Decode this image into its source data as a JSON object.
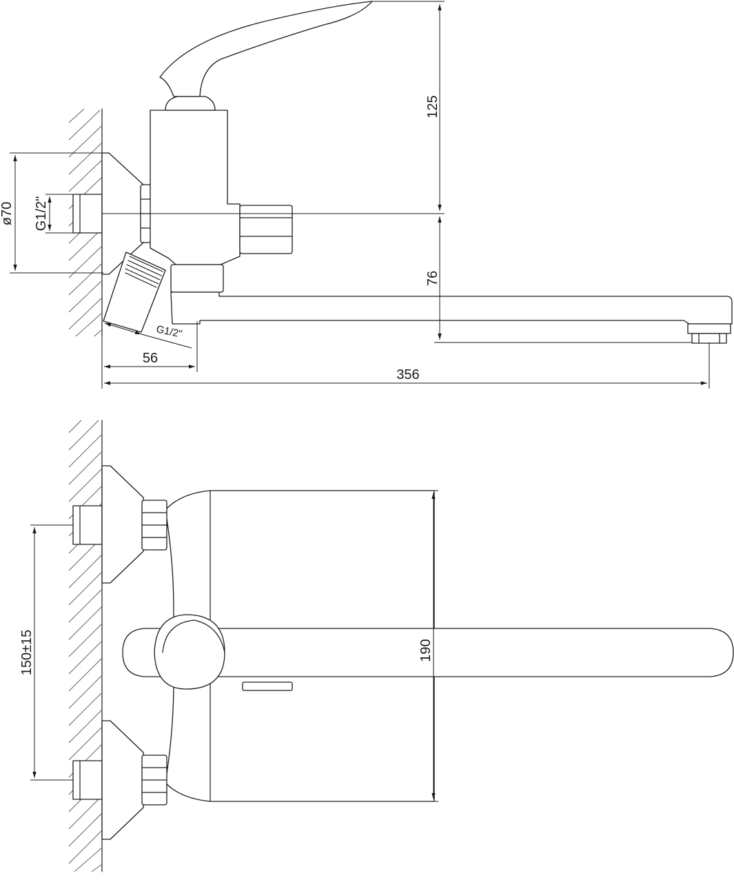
{
  "side_view": {
    "dim_height_handle": "125",
    "dim_spout_drop": "76",
    "dim_wall_to_spout_body": "56",
    "dim_total_reach": "356",
    "dim_flange_diameter": "ø70",
    "dim_inlet_thread": "G1/2\"",
    "dim_shower_thread": "G1/2\""
  },
  "top_view": {
    "dim_inlet_spacing": "150±15",
    "dim_body_depth": "190"
  },
  "colors": {
    "line": "#1a1a1a",
    "hatch": "#555555",
    "background": "#ffffff"
  }
}
